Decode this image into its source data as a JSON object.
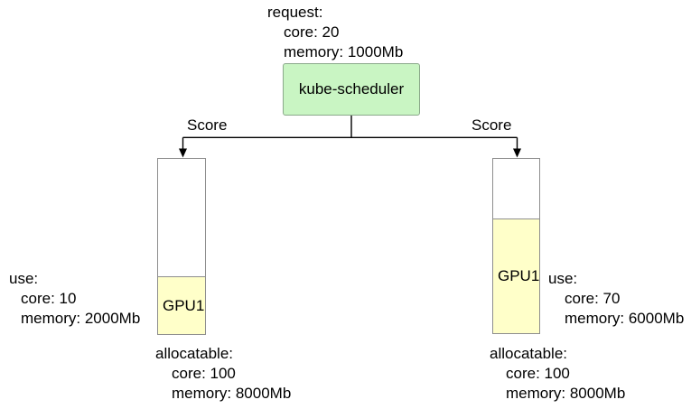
{
  "colors": {
    "scheduler_fill": "#c9f5c3",
    "scheduler_border": "#8aa88a",
    "gpu_fill": "#ffffc9",
    "bar_border": "#8e8e8e",
    "connector": "#000000"
  },
  "request": {
    "title": "request:",
    "items": [
      "core: 20",
      "memory: 1000Mb"
    ]
  },
  "scheduler": {
    "label": "kube-scheduler"
  },
  "edges": [
    {
      "label": "Score"
    },
    {
      "label": "Score"
    }
  ],
  "nodes": [
    {
      "gpu_label": "GPU1",
      "fill_fraction": 0.335,
      "use": {
        "title": "use:",
        "items": [
          "core: 10",
          "memory: 2000Mb"
        ]
      },
      "allocatable": {
        "title": "allocatable:",
        "items": [
          "core: 100",
          "memory: 8000Mb"
        ]
      }
    },
    {
      "gpu_label": "GPU1",
      "fill_fraction": 0.662,
      "use": {
        "title": "use:",
        "items": [
          "core: 70",
          "memory: 6000Mb"
        ]
      },
      "allocatable": {
        "title": "allocatable:",
        "items": [
          "core: 100",
          "memory: 8000Mb"
        ]
      }
    }
  ]
}
